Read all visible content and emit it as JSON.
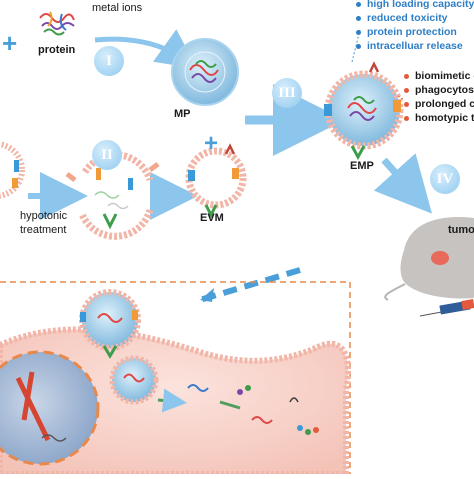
{
  "labels": {
    "protein": "protein",
    "metal_ions": "metal ions",
    "mp": "MP",
    "evm": "EVM",
    "emp": "EMP",
    "hypotonic_line1": "hypotonic",
    "hypotonic_line2": "treatment",
    "tumor": "tumo"
  },
  "steps": {
    "s1": "I",
    "s2": "II",
    "s3": "III",
    "s4": "IV"
  },
  "plus_sign": "+",
  "benefits_mp": [
    "high loading capacity",
    "reduced toxicity",
    "protein protection",
    "intracelluar release"
  ],
  "benefits_emp": [
    "biomimetic c",
    "phagocytosis",
    "prolonged ci",
    "homotypic ta"
  ],
  "colors": {
    "arrow_blue": "#8cc6ec",
    "bullet_blue": "#2e7fc6",
    "bullet_red": "#e25a3b",
    "cell_pink": "#f8d6cf",
    "dash_orange": "#e8884a",
    "nucleus_blue": "#9fb8d8",
    "mouse_gray": "#c7c3c0"
  }
}
